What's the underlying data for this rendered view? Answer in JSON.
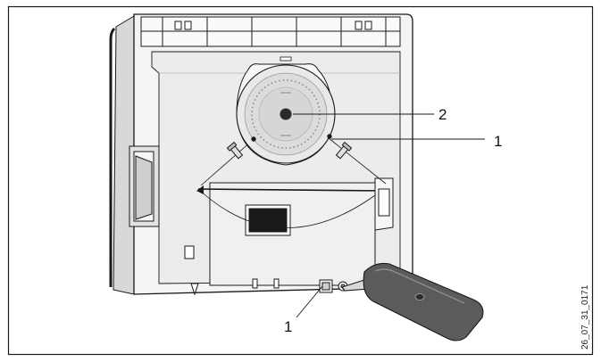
{
  "callouts": {
    "dial_label": "2",
    "screw_top_label": "1",
    "screw_bottom_label": "1"
  },
  "figure_id": "26_07_31_0171",
  "icons": [
    "rotary-dial-icon",
    "screw-icon",
    "screwdriver-icon"
  ],
  "colors": {
    "line": "#1a1a1a",
    "housing": "#f4f4f4",
    "panel": "#e6e6e6",
    "dial": "#dcdcdc",
    "screwdriver": "#5b5b5b"
  }
}
